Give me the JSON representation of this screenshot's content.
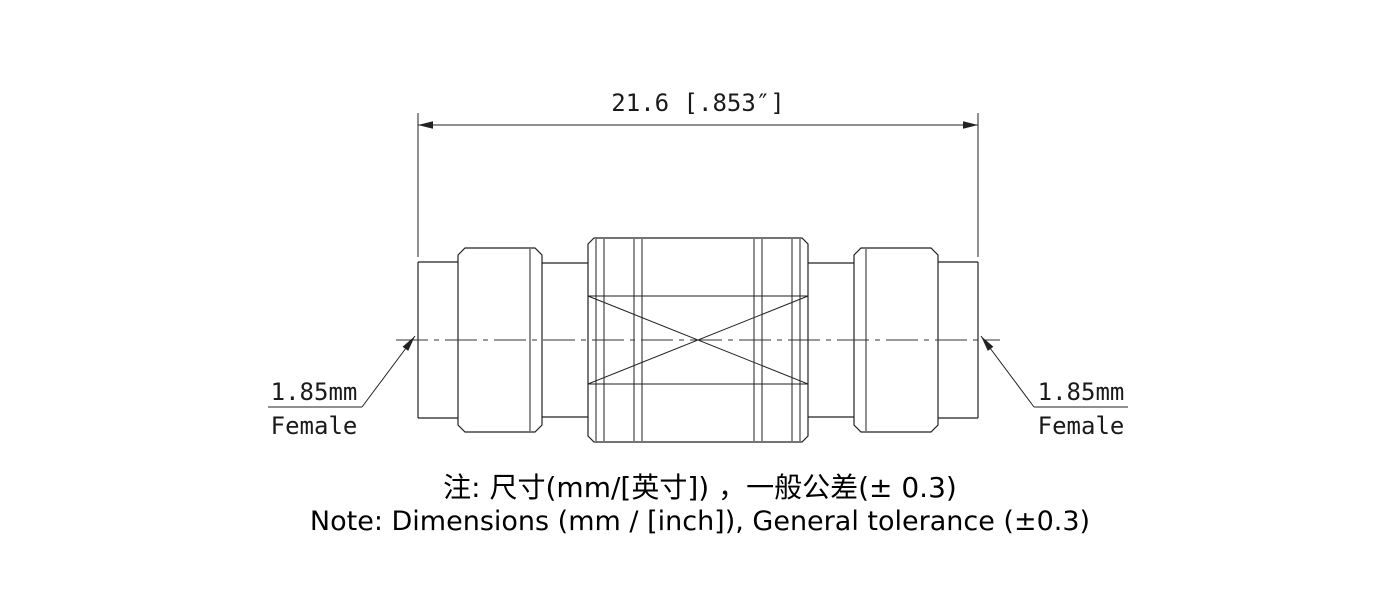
{
  "dimension": {
    "overall_length": "21.6 [.853″]"
  },
  "labels": {
    "left": {
      "size": "1.85mm",
      "gender": "Female"
    },
    "right": {
      "size": "1.85mm",
      "gender": "Female"
    }
  },
  "notes": {
    "line1_zh": "注: 尺寸(mm/[英寸]) ，一般公差(± 0.3)",
    "line2_en": "Note: Dimensions (mm / [inch]), General tolerance (±0.3)"
  },
  "colors": {
    "line": "#222222",
    "text": "#1a1a1a",
    "background": "#ffffff"
  }
}
